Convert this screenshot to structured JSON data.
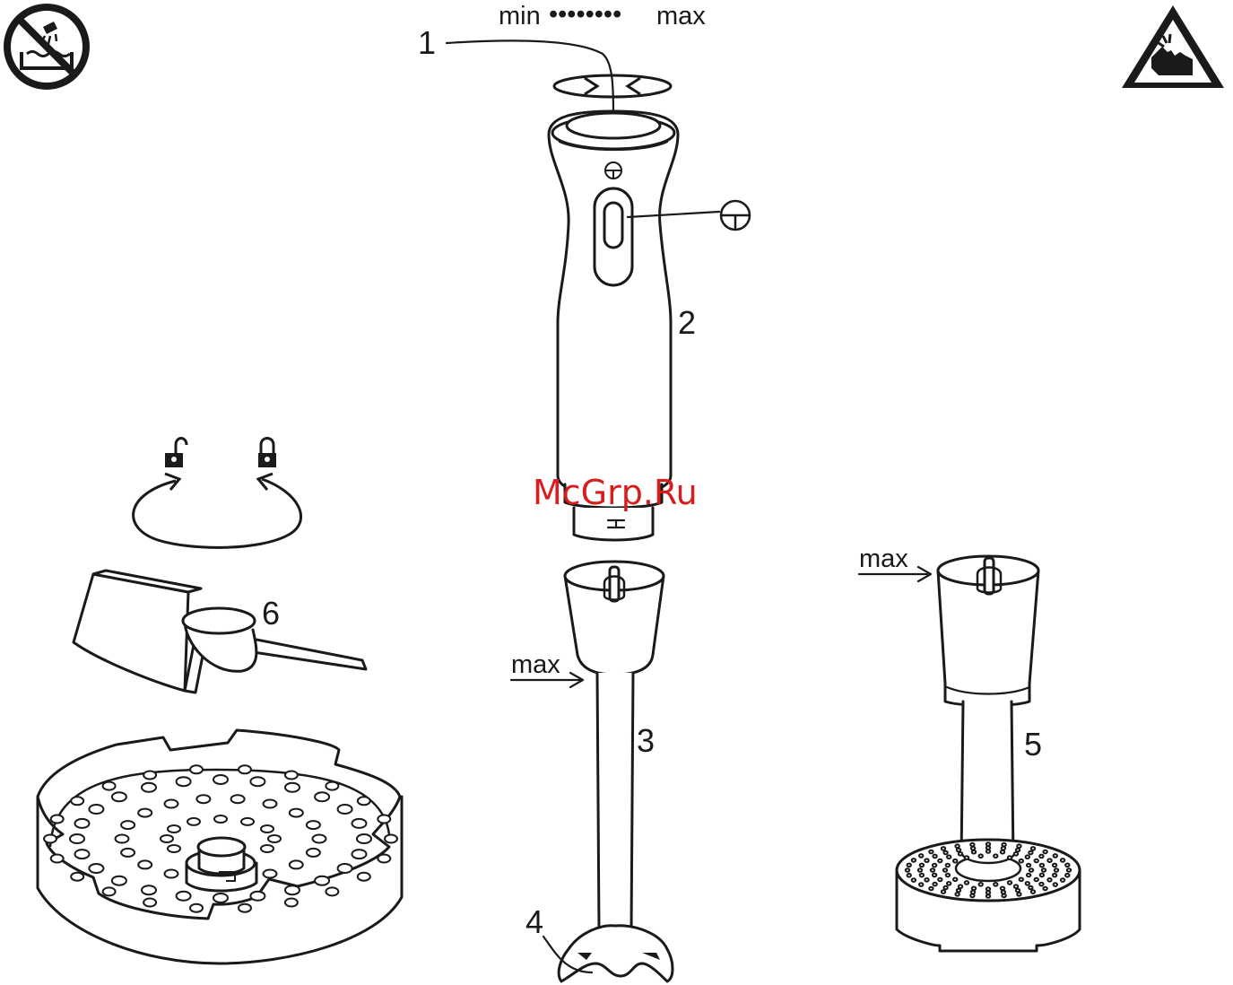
{
  "speed_scale": {
    "min_label": "min",
    "dots": "••••••••",
    "max_label": "max"
  },
  "labels": {
    "part_1": "1",
    "part_2": "2",
    "part_3": "3",
    "part_4": "4",
    "part_5": "5",
    "part_6": "6"
  },
  "max_marks": {
    "blender_foot": "max",
    "masher": "max"
  },
  "watermark": "McGrp.Ru",
  "icons": {
    "no_immersion": "no-immersion-in-water-icon",
    "cut_warning": "sharp-blade-warning-icon",
    "unlock": "unlock-padlock-icon",
    "lock": "lock-padlock-icon",
    "power_button_symbol": "power-button-symbol-icon"
  },
  "colors": {
    "line": "#1a1a1a",
    "watermark": "#d91c1c",
    "background": "#ffffff"
  }
}
